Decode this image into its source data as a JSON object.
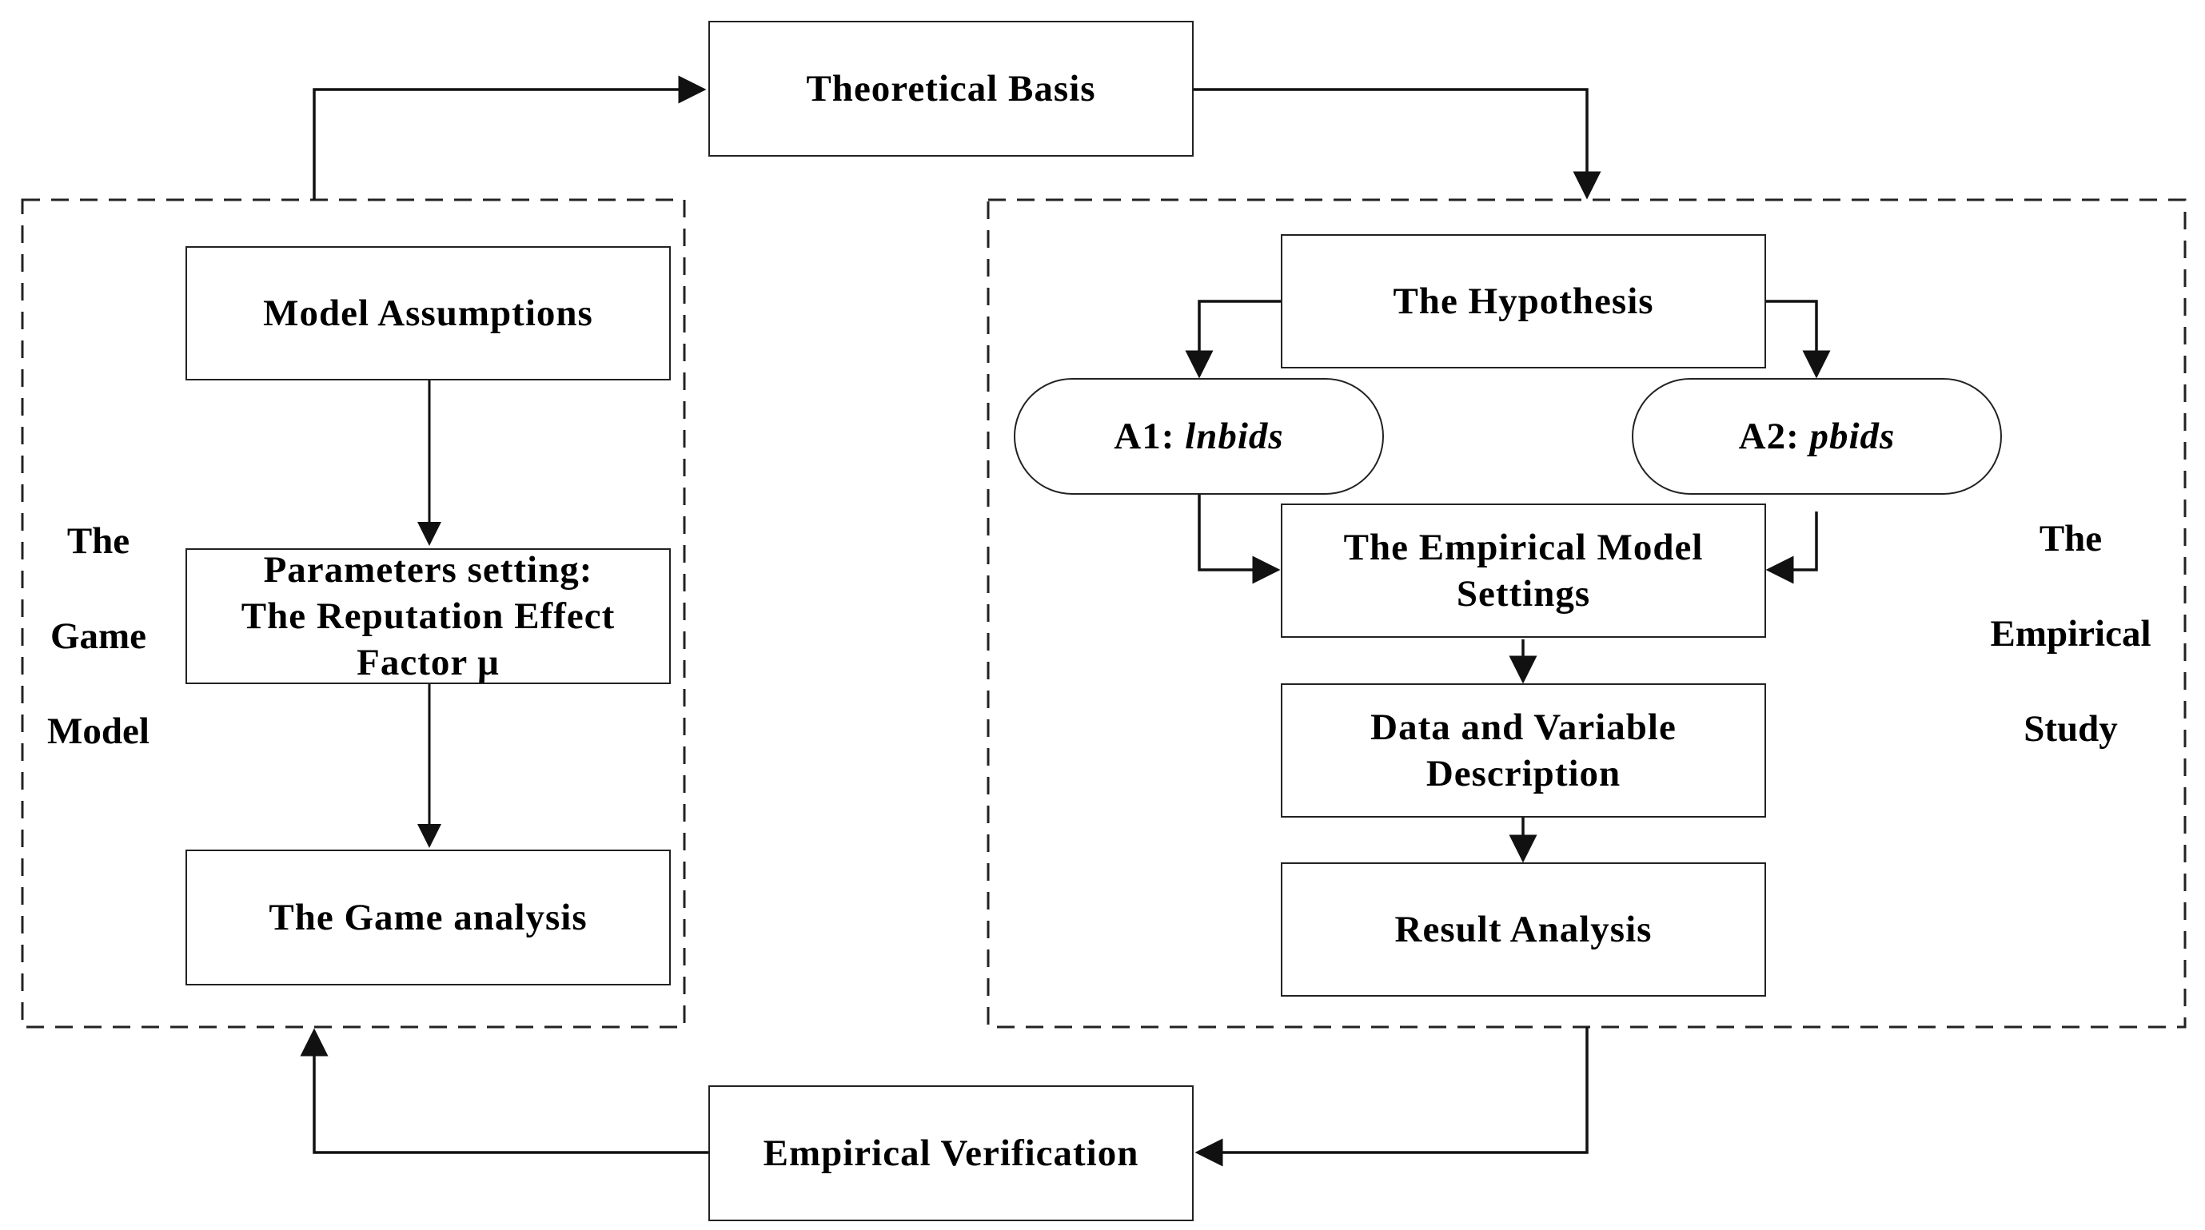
{
  "theoretical_basis": "Theoretical Basis",
  "empirical_verification": "Empirical Verification",
  "game_model": {
    "side_label": [
      "The",
      "Game",
      "Model"
    ],
    "model_assumptions": "Model Assumptions",
    "parameters_line1": "Parameters setting:",
    "parameters_line2": "The Reputation Effect",
    "parameters_line3": "Factor μ",
    "game_analysis": "The Game analysis"
  },
  "empirical_study": {
    "side_label": [
      "The",
      "Empirical",
      "Study"
    ],
    "hypothesis": "The Hypothesis",
    "a1_prefix": "A1: ",
    "a1_var": "lnbids",
    "a2_prefix": "A2: ",
    "a2_var": "pbids",
    "model_settings_line1": "The Empirical Model",
    "model_settings_line2": "Settings",
    "data_line1": "Data and Variable",
    "data_line2": "Description",
    "result_analysis": "Result Analysis"
  }
}
